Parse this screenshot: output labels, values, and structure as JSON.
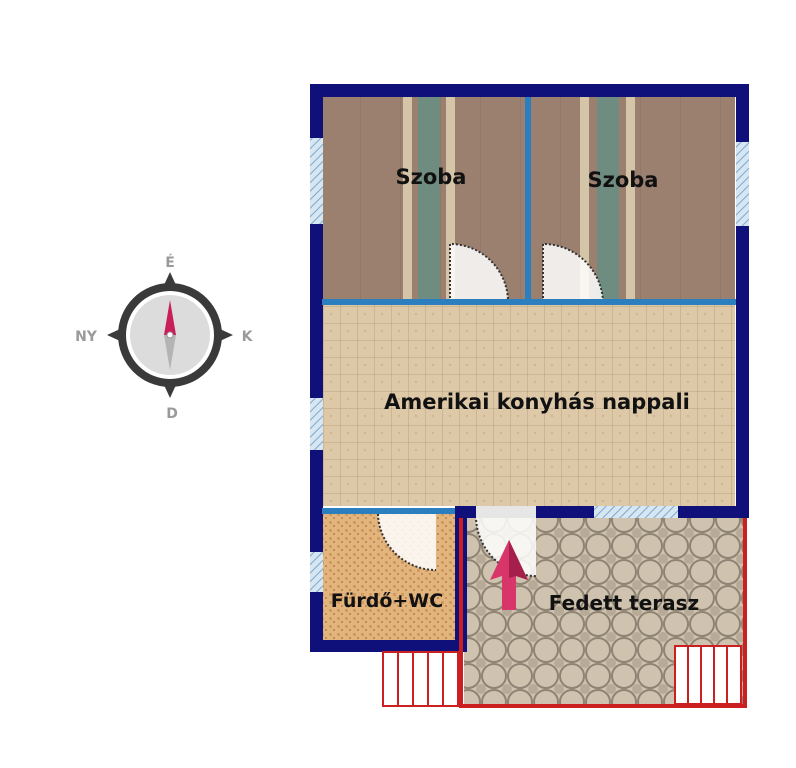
{
  "compass": {
    "north": "É",
    "south": "D",
    "east": "K",
    "west": "NY"
  },
  "rooms": {
    "bedroom_left": "Szoba",
    "bedroom_right": "Szoba",
    "living": "Amerikai konyhás nappali",
    "bathroom": "Fürdő+WC",
    "terrace": "Fedett terasz"
  },
  "colors": {
    "wall": "#10107a",
    "terrace_outline": "#cc2020",
    "bedroom_floor": "#9b8070",
    "tile_floor": "#ddc8a8",
    "bath_floor": "#e2b47e",
    "terrace_floor": "#cfc3b0",
    "window": "#a8c8e0",
    "entrance_arrow": "#d8366a"
  }
}
